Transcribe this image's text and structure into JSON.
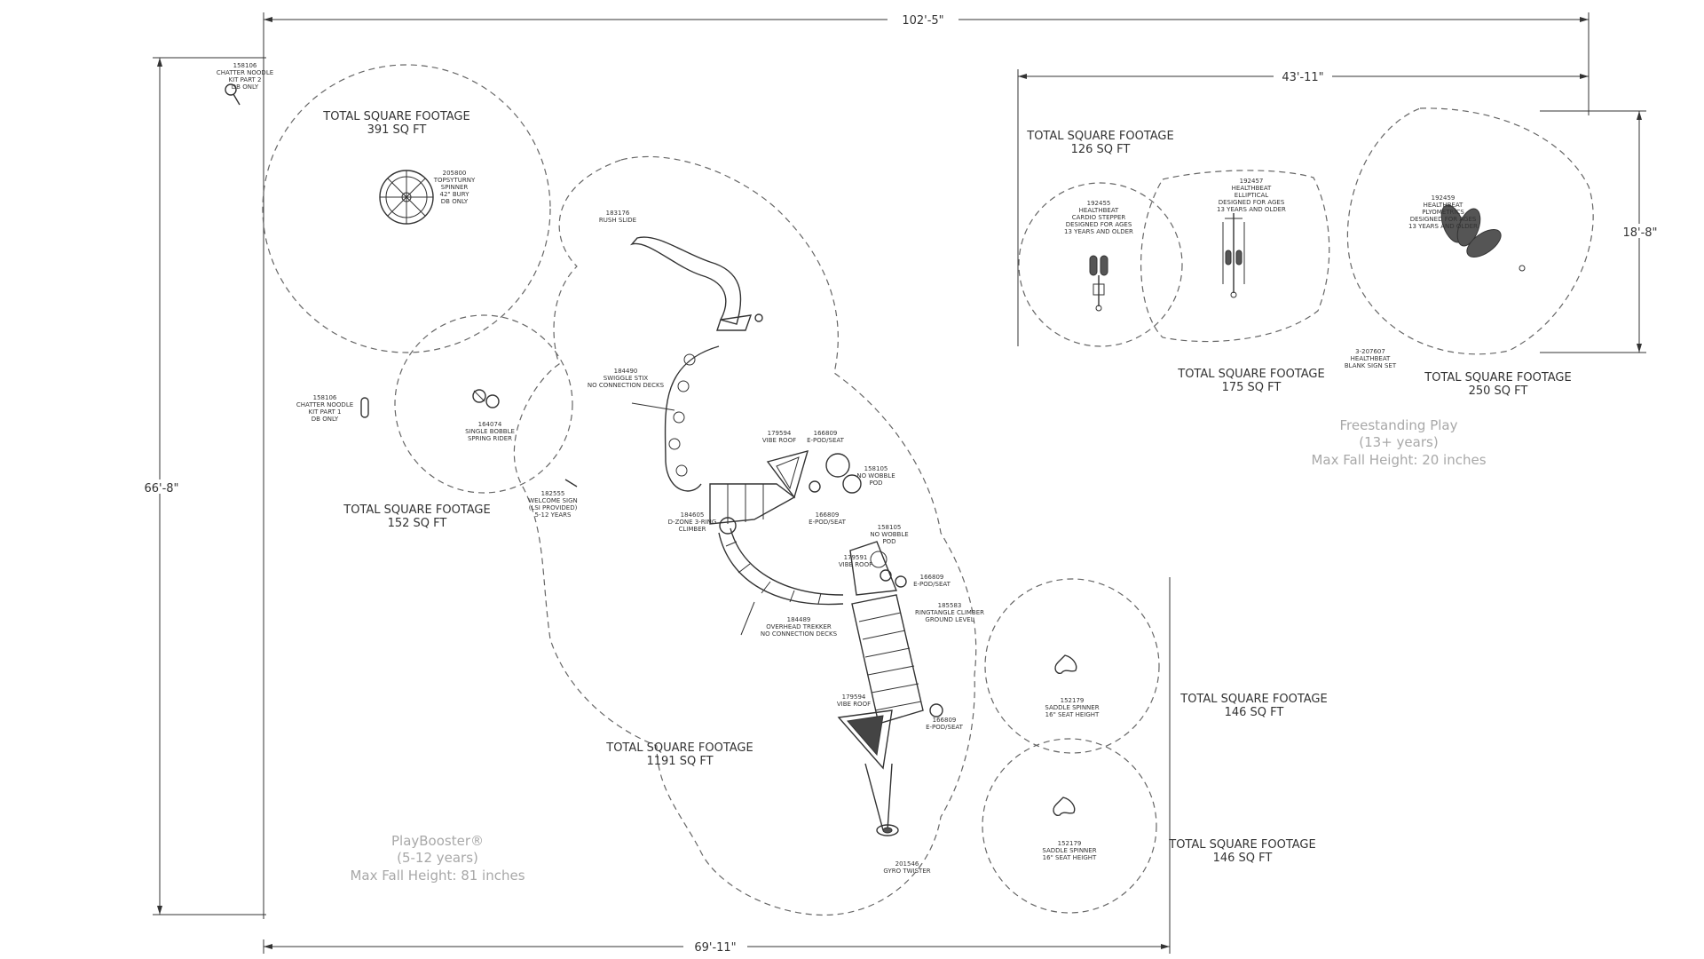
{
  "dimensions": {
    "top_overall": "102'-5\"",
    "top_right": "43'-11\"",
    "right_height": "18'-8\"",
    "left_height": "66'-8\"",
    "bottom": "69'-11\""
  },
  "zones": {
    "playbooster": {
      "name": "PlayBooster®",
      "ages": "(5-12 years)",
      "fall": "Max Fall Height: 81 inches"
    },
    "freestanding": {
      "name": "Freestanding Play",
      "ages": "(13+ years)",
      "fall": "Max Fall Height: 20 inches"
    }
  },
  "footage": {
    "heading": "TOTAL SQUARE FOOTAGE",
    "spinner": "391 SQ FT",
    "rider": "152 SQ FT",
    "main": "1191 SQ FT",
    "saddle_top": "146 SQ FT",
    "saddle_bottom": "146 SQ FT",
    "stepper": "126 SQ FT",
    "elliptical": "175 SQ FT",
    "plyo": "250 SQ FT"
  },
  "labels": {
    "chatter2": [
      "158106",
      "CHATTER NOODLE",
      "KIT PART 2",
      "DB ONLY"
    ],
    "chatter1": [
      "158106",
      "CHATTER NOODLE",
      "KIT PART 1",
      "DB ONLY"
    ],
    "topsy": [
      "205800",
      "TOPSYTURNY",
      "SPINNER",
      "42\" BURY",
      "DB ONLY"
    ],
    "bobble": [
      "164074",
      "SINGLE BOBBLE",
      "SPRING RIDER"
    ],
    "welcome": [
      "182555",
      "WELCOME SIGN",
      "(LSI PROVIDED)",
      "5-12 YEARS"
    ],
    "rush": [
      "183176",
      "RUSH SLIDE"
    ],
    "swiggle": [
      "184490",
      "SWIGGLE STIX",
      "NO CONNECTION DECKS"
    ],
    "vibe1": [
      "179594",
      "VIBE ROOF"
    ],
    "epod1": [
      "166809",
      "E-POD/SEAT"
    ],
    "wobble1": [
      "158105",
      "NO WOBBLE",
      "POD"
    ],
    "dzone": [
      "184605",
      "D-ZONE 3-RING",
      "CLIMBER"
    ],
    "epod2": [
      "166809",
      "E-POD/SEAT"
    ],
    "wobble2": [
      "158105",
      "NO WOBBLE",
      "POD"
    ],
    "vibe2": [
      "179591",
      "VIBE ROOF"
    ],
    "epod3": [
      "166809",
      "E-POD/SEAT"
    ],
    "ringtangle": [
      "185583",
      "RINGTANGLE CLIMBER",
      "GROUND LEVEL"
    ],
    "trekker": [
      "184489",
      "OVERHEAD TREKKER",
      "NO CONNECTION DECKS"
    ],
    "vibe3": [
      "179594",
      "VIBE ROOF"
    ],
    "epod4": [
      "166809",
      "E-POD/SEAT"
    ],
    "gyro": [
      "201546",
      "GYRO TWISTER"
    ],
    "saddle1": [
      "152179",
      "SADDLE SPINNER",
      "16\" SEAT HEIGHT"
    ],
    "saddle2": [
      "152179",
      "SADDLE SPINNER",
      "16\" SEAT HEIGHT"
    ],
    "stepper": [
      "192455",
      "HEALTHBEAT",
      "CARDIO STEPPER",
      "DESIGNED FOR AGES",
      "13 YEARS AND OLDER"
    ],
    "elliptical": [
      "192457",
      "HEALTHBEAT",
      "ELLIPTICAL",
      "DESIGNED FOR AGES",
      "13 YEARS AND OLDER"
    ],
    "plyo": [
      "192459",
      "HEALTHBEAT",
      "PLYOMETRICS",
      "DESIGNED FOR AGES",
      "13 YEARS AND OLDER"
    ],
    "signset": [
      "3-207607",
      "HEALTHBEAT",
      "BLANK SIGN SET"
    ]
  }
}
